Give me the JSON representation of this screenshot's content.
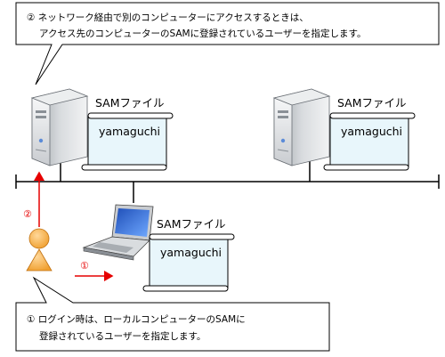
{
  "callout_top": {
    "line1": "② ネットワーク経由で別のコンピューターにアクセスするときは、",
    "line2": "アクセス先のコンピューターのSAMに登録されているユーザーを指定します。"
  },
  "callout_bottom": {
    "line1": "① ログイン時は、ローカルコンピューターのSAMに",
    "line2": "登録されているユーザーを指定します。"
  },
  "servers": [
    {
      "file_label": "SAMファイル",
      "user": "yamaguchi"
    },
    {
      "file_label": "SAMファイル",
      "user": "yamaguchi"
    }
  ],
  "laptop": {
    "file_label": "SAMファイル",
    "user": "yamaguchi"
  },
  "markers": {
    "step1": "①",
    "step2": "②"
  },
  "colors": {
    "arrow": "#e60000",
    "scroll_fill": "#e8f6fb",
    "callout_border": "#000000"
  }
}
